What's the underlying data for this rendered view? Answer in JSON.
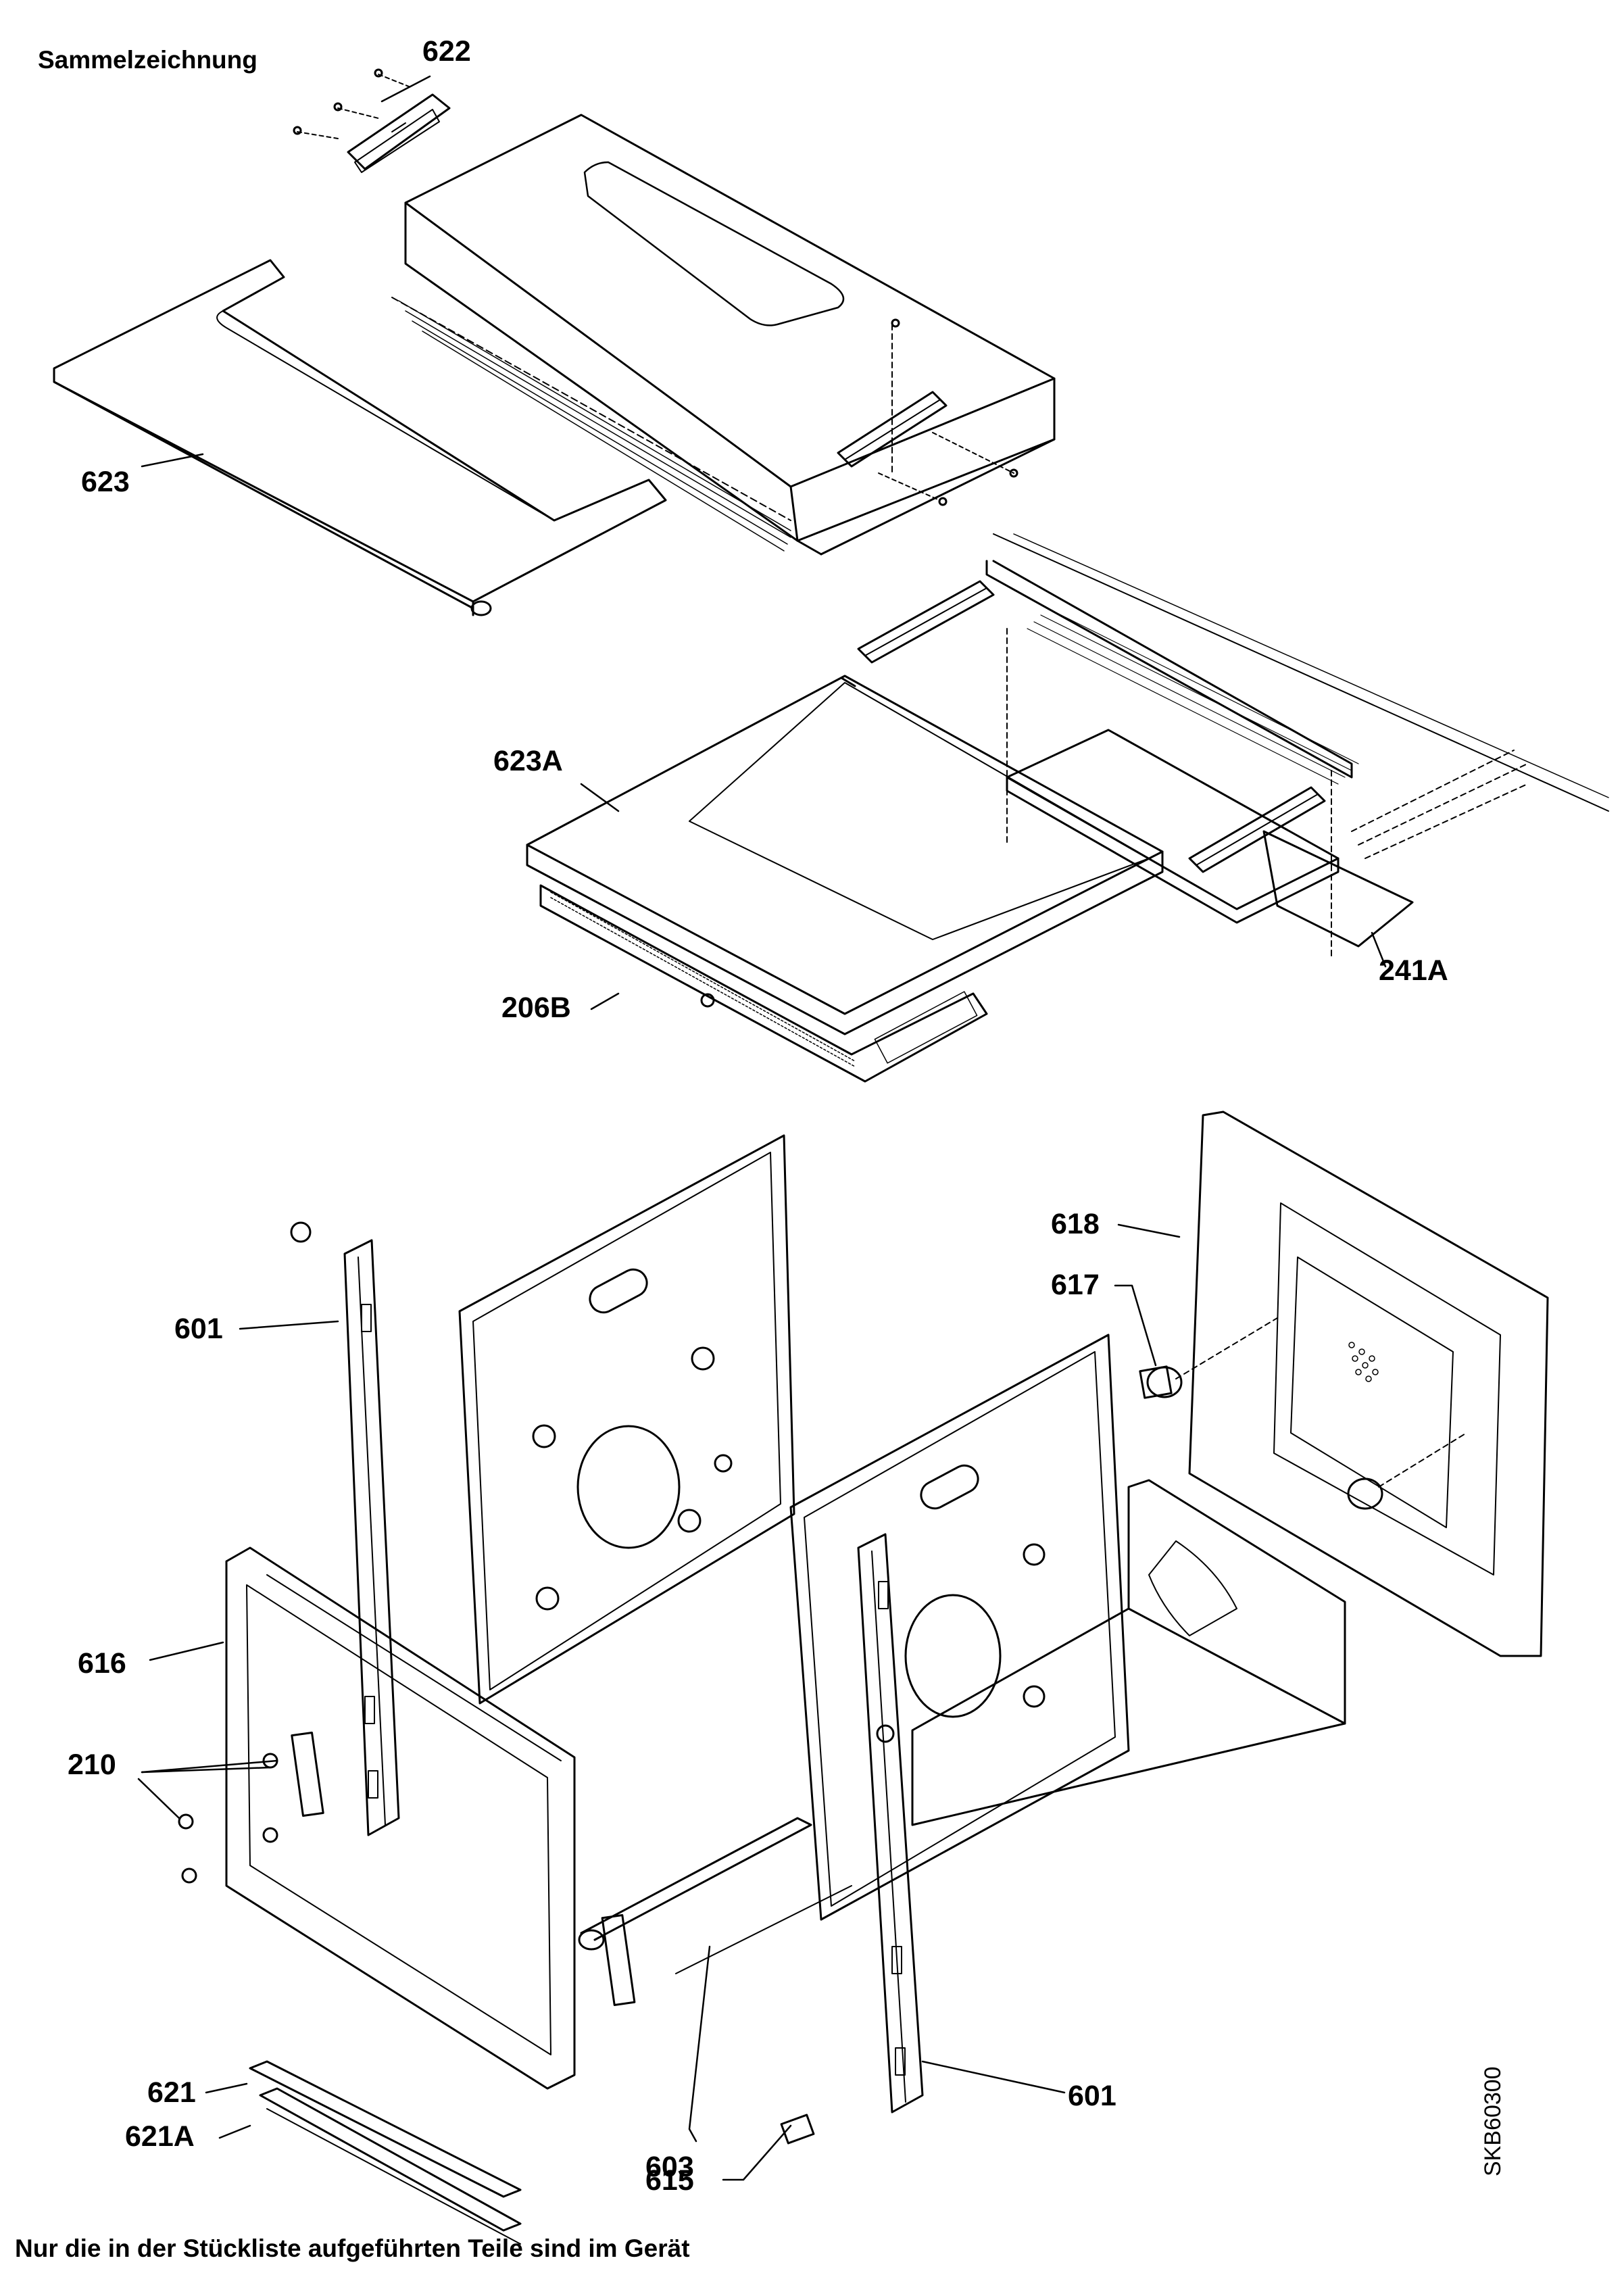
{
  "title": "Sammelzeichnung",
  "footer": "Nur die in der Stückliste aufgeführten Teile sind im Gerät",
  "doc_id": "SKB60300",
  "callouts": {
    "c622": "622",
    "c623": "623",
    "c623A": "623A",
    "c206B": "206B",
    "c241A": "241A",
    "c618": "618",
    "c617": "617",
    "c601_left": "601",
    "c616": "616",
    "c210": "210",
    "c621": "621",
    "c621A": "621A",
    "c603": "603",
    "c615": "615",
    "c601_right": "601"
  }
}
